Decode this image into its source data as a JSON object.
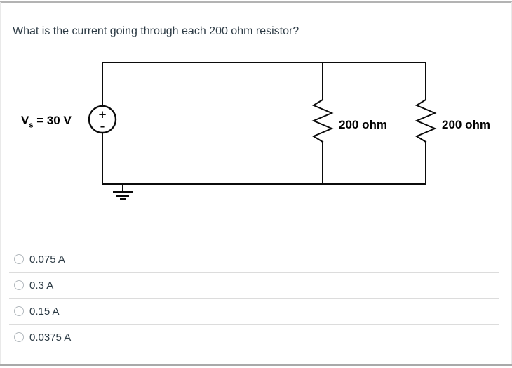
{
  "question": {
    "text": "What is the current going through each 200 ohm resistor?"
  },
  "circuit": {
    "source_label_prefix": "V",
    "source_label_sub": "s",
    "source_label_rest": " = 30 V",
    "plus_sign": "+",
    "minus_sign": "-",
    "resistors": [
      {
        "label": "200 ohm"
      },
      {
        "label": "200 ohm"
      }
    ]
  },
  "options": [
    {
      "label": "0.075 A"
    },
    {
      "label": "0.3 A"
    },
    {
      "label": "0.15 A"
    },
    {
      "label": "0.0375 A"
    }
  ],
  "colors": {
    "question_text": "#2d3b45",
    "option_text": "#2d3b45",
    "circuit_stroke": "#0b0b0b",
    "divider": "#dcdcdc",
    "top_border": "#b3b3b3",
    "bottom_border": "#a9a9a9",
    "radio_border": "#b3b9be"
  }
}
